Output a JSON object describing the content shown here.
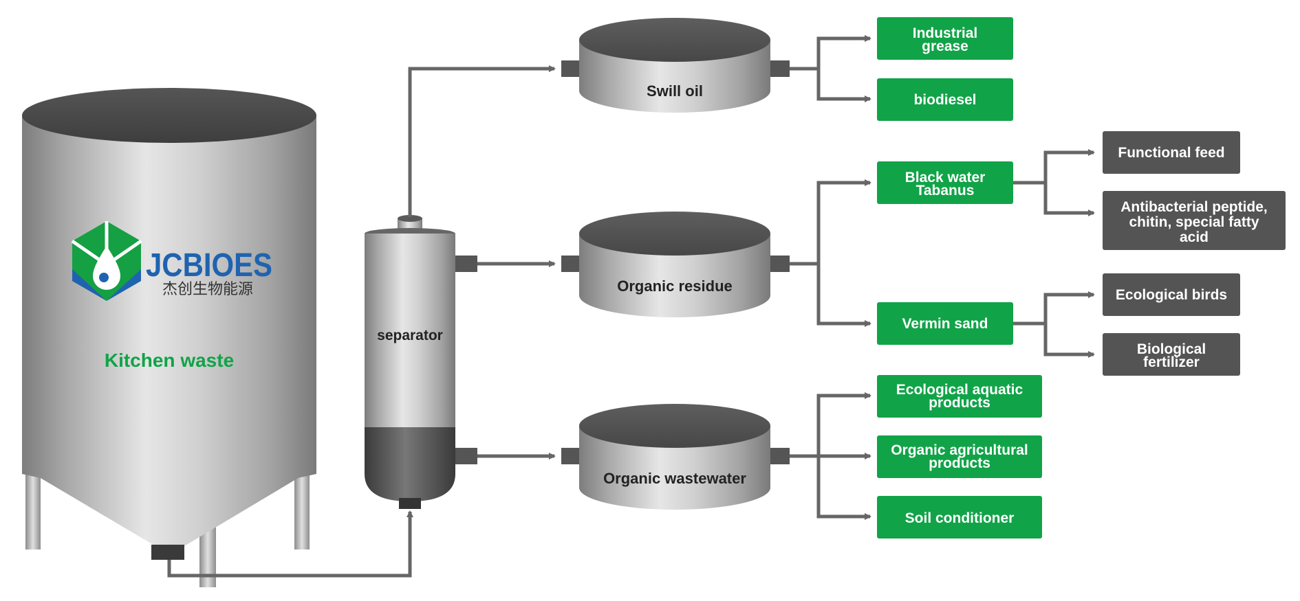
{
  "colors": {
    "green_box": "#11a348",
    "gray_box": "#545454",
    "arrow": "#666666",
    "logo_blue": "#1f63b0",
    "logo_green": "#14a043"
  },
  "logo": {
    "brand": "JCBIOES",
    "chinese": "杰创生物能源"
  },
  "tank": {
    "label": "Kitchen waste"
  },
  "separator": {
    "label": "separator"
  },
  "vessels": {
    "oil": "Swill oil",
    "residue": "Organic residue",
    "wastewater": "Organic wastewater"
  },
  "products": {
    "industrial_grease": [
      "Industrial",
      "grease"
    ],
    "biodiesel": "biodiesel",
    "black_water_tabanus": [
      "Black water",
      "Tabanus"
    ],
    "vermin_sand": "Vermin sand",
    "aquatic": [
      "Ecological aquatic",
      "products"
    ],
    "agricultural": [
      "Organic agricultural",
      "products"
    ],
    "soil_conditioner": "Soil conditioner"
  },
  "end_products": {
    "functional_feed": "Functional feed",
    "antibacterial": [
      "Antibacterial peptide,",
      "chitin, special fatty",
      "acid"
    ],
    "ecological_birds": "Ecological birds",
    "biological_fertilizer": [
      "Biological",
      "fertilizer"
    ]
  }
}
